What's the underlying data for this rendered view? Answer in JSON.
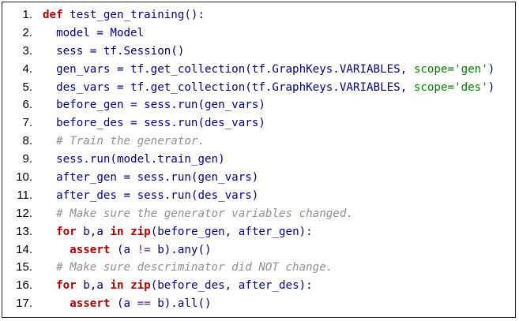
{
  "code": {
    "lines": [
      {
        "num": "1.",
        "indent": "",
        "tokens": [
          [
            "def",
            "kw"
          ],
          [
            " test_gen_training():",
            "tx"
          ]
        ]
      },
      {
        "num": "2.",
        "indent": "  ",
        "tokens": [
          [
            "model = Model",
            "tx"
          ]
        ]
      },
      {
        "num": "3.",
        "indent": "  ",
        "tokens": [
          [
            "sess = tf.Session()",
            "tx"
          ]
        ]
      },
      {
        "num": "4.",
        "indent": "  ",
        "tokens": [
          [
            "gen_vars = tf.get_collection(tf.GraphKeys.VARIABLES, ",
            "tx"
          ],
          [
            "scope=",
            "param"
          ],
          [
            "'gen'",
            "str"
          ],
          [
            ")",
            "tx"
          ]
        ]
      },
      {
        "num": "5.",
        "indent": "  ",
        "tokens": [
          [
            "des_vars = tf.get_collection(tf.GraphKeys.VARIABLES, ",
            "tx"
          ],
          [
            "scope=",
            "param"
          ],
          [
            "'des'",
            "str"
          ],
          [
            ")",
            "tx"
          ]
        ]
      },
      {
        "num": "6.",
        "indent": "  ",
        "tokens": [
          [
            "before_gen = sess.run(gen_vars)",
            "tx"
          ]
        ]
      },
      {
        "num": "7.",
        "indent": "  ",
        "tokens": [
          [
            "before_des = sess.run(des_vars)",
            "tx"
          ]
        ]
      },
      {
        "num": "8.",
        "indent": "  ",
        "tokens": [
          [
            "# Train the generator.",
            "cm"
          ]
        ]
      },
      {
        "num": "9.",
        "indent": "  ",
        "tokens": [
          [
            "sess.run(model.train_gen)",
            "tx"
          ]
        ]
      },
      {
        "num": "10.",
        "indent": "  ",
        "tokens": [
          [
            "after_gen = sess.run(gen_vars)",
            "tx"
          ]
        ]
      },
      {
        "num": "11.",
        "indent": "  ",
        "tokens": [
          [
            "after_des = sess.run(des_vars)",
            "tx"
          ]
        ]
      },
      {
        "num": "12.",
        "indent": "  ",
        "tokens": [
          [
            "# Make sure the generator variables changed.",
            "cm"
          ]
        ]
      },
      {
        "num": "13.",
        "indent": "  ",
        "tokens": [
          [
            "for",
            "kw"
          ],
          [
            " b,a ",
            "tx"
          ],
          [
            "in",
            "kw"
          ],
          [
            " ",
            "tx"
          ],
          [
            "zip",
            "kw"
          ],
          [
            "(before_gen, after_gen):",
            "tx"
          ]
        ]
      },
      {
        "num": "14.",
        "indent": "    ",
        "tokens": [
          [
            "assert",
            "kw"
          ],
          [
            " (a ",
            "tx"
          ],
          [
            "!=",
            "op"
          ],
          [
            " b).any()",
            "tx"
          ]
        ]
      },
      {
        "num": "15.",
        "indent": "  ",
        "tokens": [
          [
            "# Make sure descriminator did NOT change.",
            "cm"
          ]
        ]
      },
      {
        "num": "16.",
        "indent": "  ",
        "tokens": [
          [
            "for",
            "kw"
          ],
          [
            " b,a ",
            "tx"
          ],
          [
            "in",
            "kw"
          ],
          [
            " ",
            "tx"
          ],
          [
            "zip",
            "kw"
          ],
          [
            "(before_des, after_des):",
            "tx"
          ]
        ]
      },
      {
        "num": "17.",
        "indent": "    ",
        "tokens": [
          [
            "assert",
            "kw"
          ],
          [
            " (a ",
            "tx"
          ],
          [
            "==",
            "op"
          ],
          [
            " b).all()",
            "tx"
          ]
        ]
      }
    ]
  },
  "colors": {
    "keyword": "#b00000",
    "identifier": "#000080",
    "string": "#008000",
    "comment": "#909090",
    "line_number": "#000000",
    "border": "#222222"
  }
}
